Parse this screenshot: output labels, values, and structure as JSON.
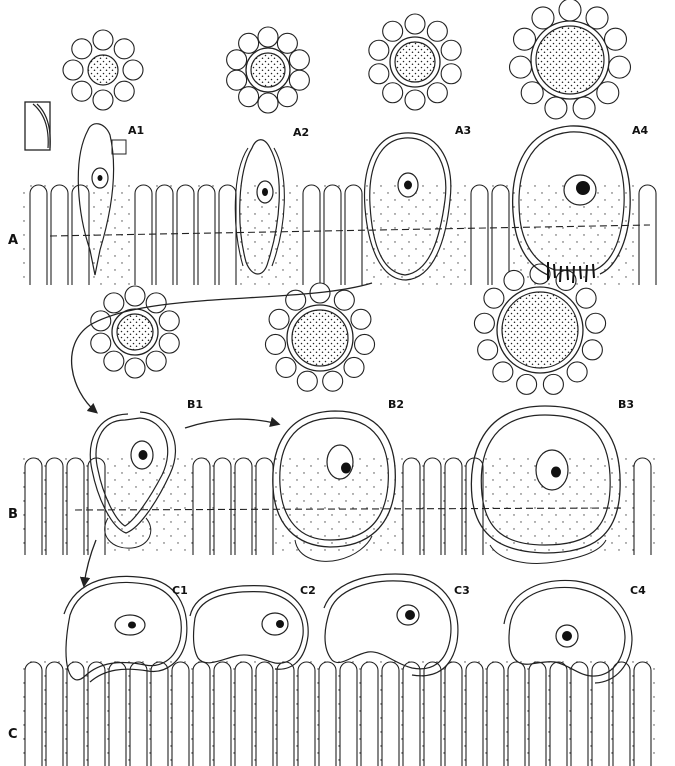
{
  "rows": [
    {
      "id": "A",
      "label": "A"
    },
    {
      "id": "B",
      "label": "B"
    },
    {
      "id": "C",
      "label": "C"
    }
  ],
  "stages": {
    "A1": "A1",
    "A2": "A2",
    "A3": "A3",
    "A4": "A4",
    "B1": "B1",
    "B2": "B2",
    "B3": "B3",
    "C1": "C1",
    "C2": "C2",
    "C3": "C3",
    "C4": "C4"
  }
}
